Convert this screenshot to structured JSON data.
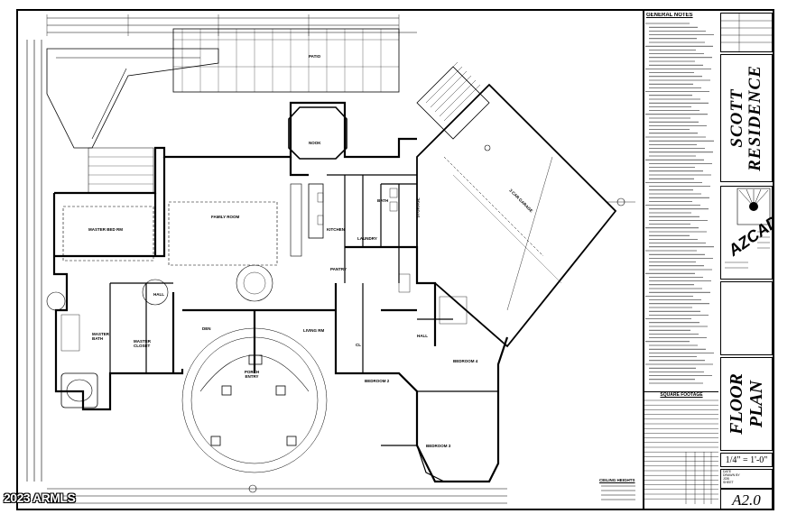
{
  "watermark": "2023 ARMLS",
  "notes": {
    "title": "GENERAL NOTES"
  },
  "title_block": {
    "project_name_line1": "SCOTT",
    "project_name_line2": "RESIDENCE",
    "sheet_name_line1": "FLOOR",
    "sheet_name_line2": "PLAN",
    "scale": "1/4\" = 1'-0\"",
    "sheet_number": "A2.0",
    "logo_text": "AZCAD",
    "info_lines": [
      "DATE",
      "DRAWN BY",
      "JOB",
      "SHEET"
    ]
  },
  "square_footage": {
    "title": "SQUARE FOOTAGE"
  },
  "ceiling_heights": {
    "title": "CEILING HEIGHTS"
  },
  "rooms": {
    "patio": "PATIO",
    "nook": "NOOK",
    "family_room": "FAMILY ROOM",
    "master_bed": "MASTER BED RM",
    "kitchen": "KITCHEN",
    "laundry": "LAUNDRY",
    "pantry": "PANTRY",
    "bath": "BATH",
    "storage": "STORAGE",
    "garage": "3 CAR GARAGE",
    "master_bath": "MASTER BATH",
    "master_closet": "MASTER CLOSET",
    "hall": "HALL",
    "den": "DEN",
    "living": "LIVING RM",
    "porch": "PORCH ENTRY",
    "bedroom2": "BEDROOM 2",
    "bedroom3": "BEDROOM 3",
    "bedroom4": "BEDROOM 4",
    "hall2": "HALL",
    "cl": "CL"
  }
}
